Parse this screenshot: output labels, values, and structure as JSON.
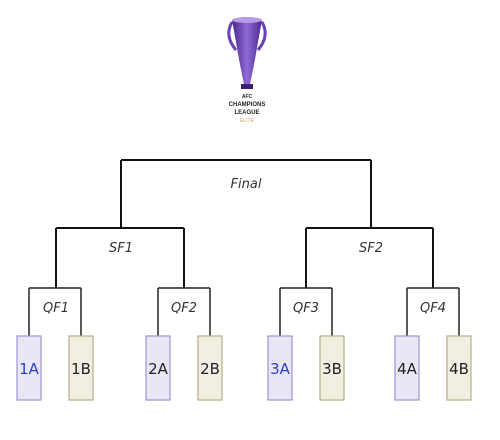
{
  "logo": {
    "line1": "AFC",
    "line2": "CHAMPIONS",
    "line3": "LEAGUE",
    "line4": "ELITE"
  },
  "rounds": {
    "final": "Final",
    "sf1": "SF1",
    "sf2": "SF2",
    "qf1": "QF1",
    "qf2": "QF2",
    "qf3": "QF3",
    "qf4": "QF4"
  },
  "seeds": [
    {
      "label": "1A",
      "group": "A"
    },
    {
      "label": "1B",
      "group": "B"
    },
    {
      "label": "2A",
      "group": "A"
    },
    {
      "label": "2B",
      "group": "B"
    },
    {
      "label": "3A",
      "group": "A"
    },
    {
      "label": "3B",
      "group": "B"
    },
    {
      "label": "4A",
      "group": "A"
    },
    {
      "label": "4B",
      "group": "B"
    }
  ],
  "colors": {
    "group_a_fill": "#e9e6f6",
    "group_a_border": "#9f93cf",
    "group_b_fill": "#f1eee2",
    "group_b_border": "#b7ad8a",
    "highlight_text": "#2a3fc4",
    "normal_text": "#222222",
    "trophy_purple": "#6a3fb8",
    "logo_gold": "#c9a55a"
  },
  "highlighted_seeds": [
    "1A",
    "3A"
  ]
}
